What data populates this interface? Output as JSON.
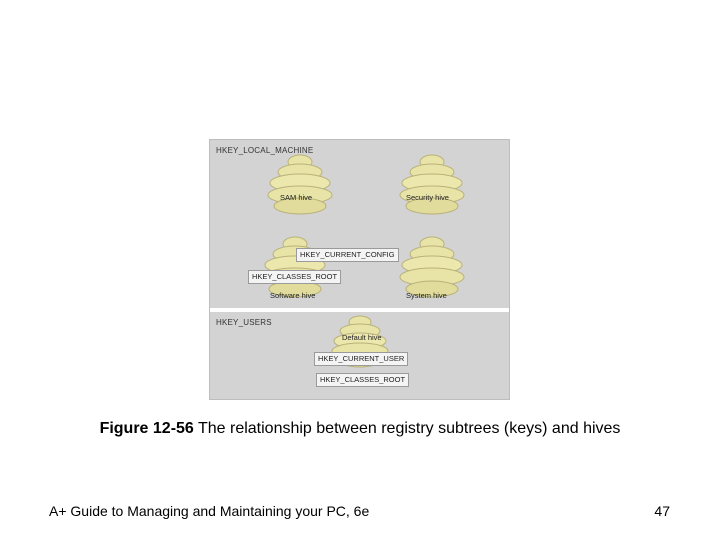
{
  "figure": {
    "panel_top_label": "HKEY_LOCAL_MACHINE",
    "panel_bottom_label": "HKEY_USERS",
    "hives": {
      "sam": "SAM hive",
      "security": "Security hive",
      "software": "Software hive",
      "system": "System hive",
      "default": "Default hive"
    },
    "keys": {
      "current_config": "HKEY_CURRENT_CONFIG",
      "classes_root_top": "HKEY_CLASSES_ROOT",
      "current_user": "HKEY_CURRENT_USER",
      "classes_root_bottom": "HKEY_CLASSES_ROOT"
    }
  },
  "caption": {
    "number": "Figure 12-56",
    "text": " The relationship between registry subtrees (keys) and hives"
  },
  "footer": {
    "title": "A+ Guide to Managing and Maintaining your PC, 6e",
    "page": "47"
  },
  "colors": {
    "hive_fill": "#e8e3a6",
    "hive_stripe": "#b9b27a",
    "panel_bg": "#d3d3d3"
  }
}
